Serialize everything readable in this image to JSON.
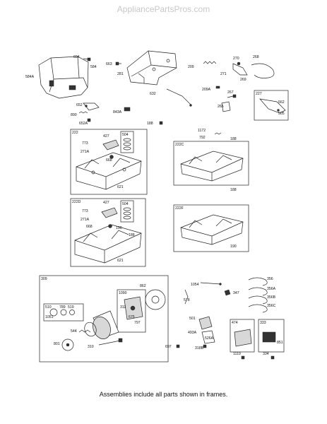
{
  "watermark": "AppliancePartsPros.com",
  "footer_note": "Assemblies include all parts shown in frames.",
  "frames": [
    {
      "id": "f227",
      "label": "227"
    },
    {
      "id": "f222",
      "label": "222"
    },
    {
      "id": "f504a",
      "label": "504"
    },
    {
      "id": "f222c",
      "label": "222C"
    },
    {
      "id": "f222d",
      "label": "222D"
    },
    {
      "id": "f504b",
      "label": "504"
    },
    {
      "id": "f222f",
      "label": "222F"
    },
    {
      "id": "f309",
      "label": "309"
    },
    {
      "id": "f510",
      "label": "510"
    },
    {
      "id": "f1090",
      "label": "1090"
    },
    {
      "id": "f474",
      "label": "474"
    },
    {
      "id": "f333",
      "label": "333"
    }
  ],
  "part_labels": [
    "604",
    "584",
    "584A",
    "663",
    "281",
    "209",
    "270",
    "268",
    "271",
    "269",
    "632",
    "209A",
    "267",
    "265",
    "652",
    "843A",
    "890",
    "652A",
    "188",
    "562",
    "505",
    "1172",
    "792",
    "188",
    "427",
    "773",
    "271A",
    "668",
    "621",
    "188",
    "427",
    "773",
    "271A",
    "668",
    "190",
    "188",
    "190",
    "621",
    "862",
    "1054",
    "347",
    "356",
    "356A",
    "356B",
    "356C",
    "578",
    "311",
    "675",
    "797",
    "789",
    "519",
    "1051",
    "501",
    "544",
    "493A",
    "526A",
    "801",
    "310",
    "697",
    "318B",
    "1119",
    "334",
    "851"
  ]
}
